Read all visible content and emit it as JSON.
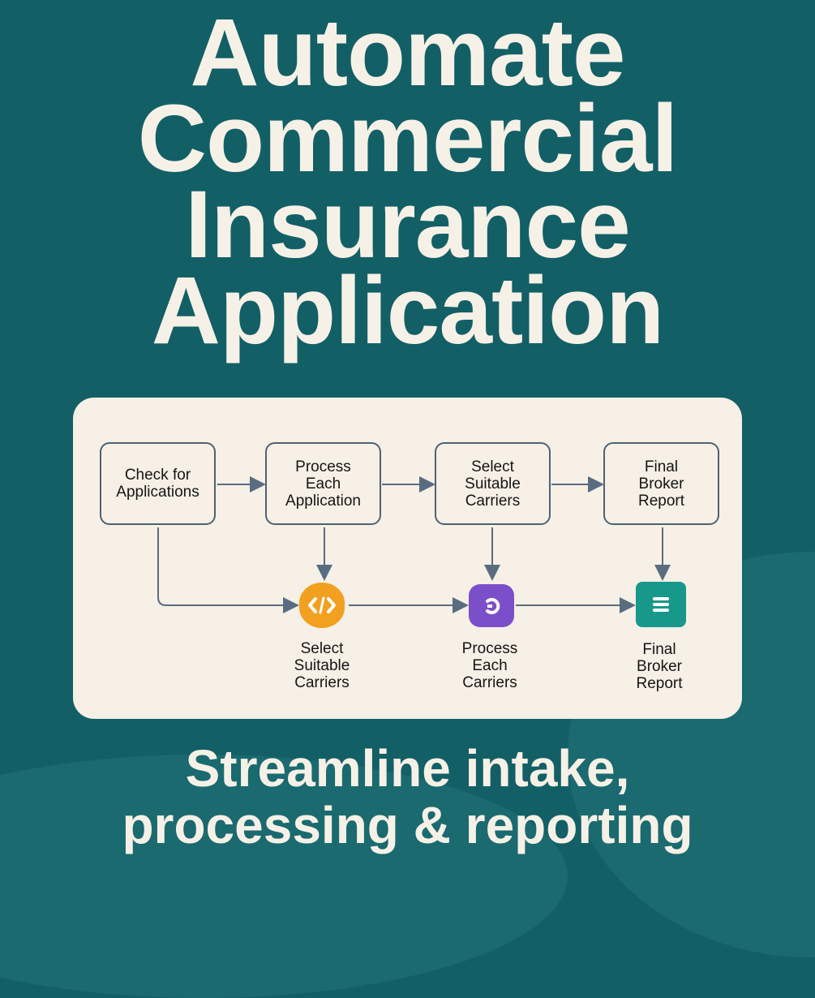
{
  "title": {
    "lines": [
      "Automate",
      "Commercial",
      "Insurance",
      "Application"
    ]
  },
  "flow": {
    "top_steps": [
      {
        "label_lines": [
          "Check for",
          "Applications"
        ]
      },
      {
        "label_lines": [
          "Process",
          "Each",
          "Application"
        ]
      },
      {
        "label_lines": [
          "Select",
          "Suitable",
          "Carriers"
        ]
      },
      {
        "label_lines": [
          "Final",
          "Broker",
          "Report"
        ]
      }
    ],
    "bottom_nodes": [
      {
        "icon": "code-icon",
        "color": "#f2a01f",
        "label_lines": [
          "Select",
          "Suitable",
          "Carriers"
        ]
      },
      {
        "icon": "refresh-icon",
        "color": "#7b4fc9",
        "label_lines": [
          "Process",
          "Each",
          "Carriers"
        ]
      },
      {
        "icon": "menu-icon",
        "color": "#17988a",
        "label_lines": [
          "Final",
          "Broker",
          "Report"
        ]
      }
    ]
  },
  "subtitle": {
    "lines": [
      "Streamline intake,",
      "processing & reporting"
    ]
  },
  "colors": {
    "background": "#135f66",
    "card": "#f6f0e6",
    "text_light": "#f6f1e7",
    "connector": "#5a6d80"
  }
}
